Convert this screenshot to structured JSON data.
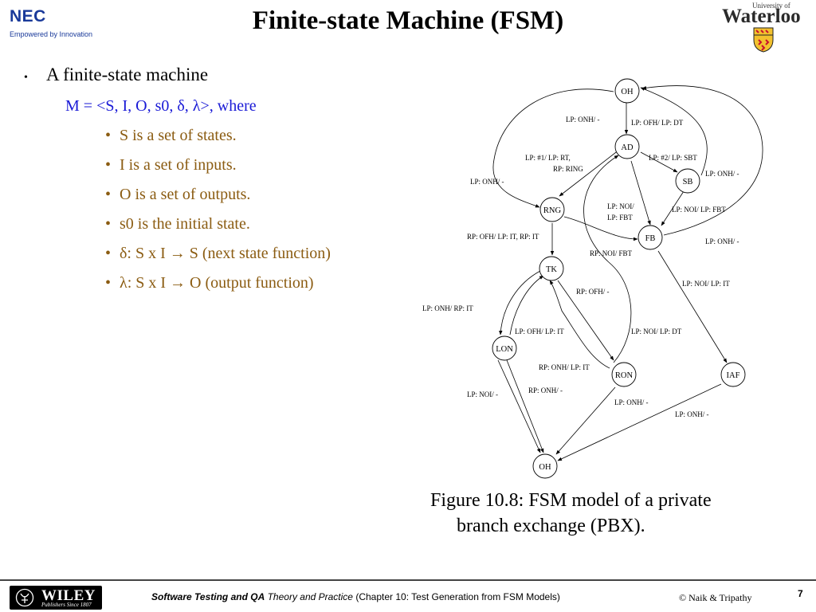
{
  "header": {
    "nec_logo": "NEC",
    "nec_tagline": "Empowered by Innovation",
    "title": "Finite-state Machine (FSM)",
    "uw_small": "University of",
    "uw_name": "Waterloo"
  },
  "content": {
    "bullet_main": "A finite-state machine",
    "definition": "M = <S, I, O, s0, δ, λ>, where",
    "items": [
      "S is a set of states.",
      "I is a set of inputs.",
      "O is a set of outputs.",
      "s0 is the initial state.",
      "δ: S x I → S (next state function)",
      "λ: S x I → O (output function)"
    ]
  },
  "fsm": {
    "states": {
      "oh_top": "OH",
      "ad": "AD",
      "sb": "SB",
      "rng": "RNG",
      "fb": "FB",
      "tk": "TK",
      "lon": "LON",
      "ron": "RON",
      "iaf": "IAF",
      "oh_bottom": "OH"
    },
    "labels": {
      "oh_ad_left": "LP: ONH/ -",
      "oh_ad": "LP: OFH/  LP: DT",
      "ad_rng_1": "LP: #1/  LP: RT,",
      "ad_rng_2": "RP: RING",
      "ad_sb": "LP: #2/ LP: SBT",
      "sb_oh": "LP: ONH/ -",
      "rng_oh": "LP: ONH/ -",
      "ad_fb_1": "LP: NOI/",
      "ad_fb_2": "LP: FBT",
      "sb_fb": "LP: NOI/  LP: FBT",
      "fb_oh": "LP: ONH/ -",
      "rng_tk": "RP: OFH/ LP: IT, RP: IT",
      "rng_fb": "RP: NOI/ FBT",
      "tk_ron": "RP: OFH/ -",
      "fb_iaf": "LP: NOI/ LP: IT",
      "tk_lon": "LP: ONH/  RP: IT",
      "lon_tk": "LP: OFH/ LP: IT",
      "ron_ad": "LP: NOI/ LP: DT",
      "ron_tk": "RP: ONH/ LP: IT",
      "lon_oh": "LP: NOI/ -",
      "ron_oh_rp": "RP: ONH/ -",
      "ron_oh_lp": "LP: ONH/ -",
      "iaf_oh": "LP: ONH/ -"
    }
  },
  "caption": {
    "line1": "Figure 10.8: FSM model of a private",
    "line2": "branch exchange (PBX)."
  },
  "footer": {
    "wiley": "WILEY",
    "wiley_sub": "Publishers Since 1807",
    "course_bold": "Software Testing and QA",
    "course_italic": "Theory and Practice",
    "chapter": "(Chapter 10: Test Generation from FSM Models)",
    "copyright": "© Naik & Tripathy",
    "page": "7"
  },
  "colors": {
    "definition_blue": "#1a1ad6",
    "item_brown": "#8b5c12",
    "nec_blue": "#1a3a9a"
  }
}
